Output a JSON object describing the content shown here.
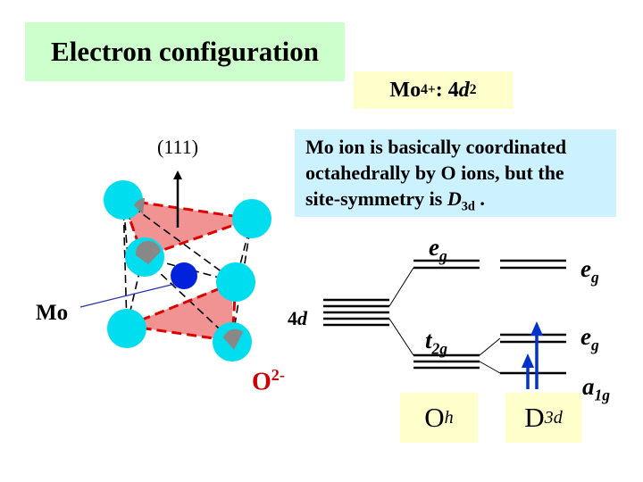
{
  "title": "Electron configuration",
  "config": {
    "ion": "Mo",
    "charge": "4+",
    "sep": " : 4",
    "orbital": "d",
    "exp": "2"
  },
  "note": {
    "line1": "Mo ion is basically coordinated",
    "line2": "octahedrally by O ions, but the",
    "line3_prefix": "site-symmetry is  ",
    "symbol": "D",
    "symbol_sub": "3d",
    "line3_suffix": " ."
  },
  "axis_label": "(111)",
  "mo_label": "Mo",
  "oxygen": {
    "text": "O",
    "charge": "2-"
  },
  "levels": {
    "four_d_num": "4",
    "four_d_letter": "d",
    "eg_left": "e",
    "eg_left_sub": "g",
    "t2g": "t",
    "t2g_sub": "2g",
    "eg_right_top": "e",
    "eg_right_top_sub": "g",
    "eg_right_mid": "e",
    "eg_right_mid_sub": "g",
    "a1g": "a",
    "a1g_sub": "1g"
  },
  "symmetry": {
    "oh": "O",
    "oh_sub": "h",
    "d3d": "D",
    "d3d_sub": "3d"
  },
  "colors": {
    "title_bg": "#ccffcc",
    "config_bg": "#ffffcc",
    "note_bg": "#ccf2ff",
    "oxygen": "#00ddee",
    "mo": "#0022dd",
    "face_fill": "#f08080",
    "face_edge": "#dd0000",
    "arrow": "#0033cc",
    "label_red": "#cc0000"
  }
}
